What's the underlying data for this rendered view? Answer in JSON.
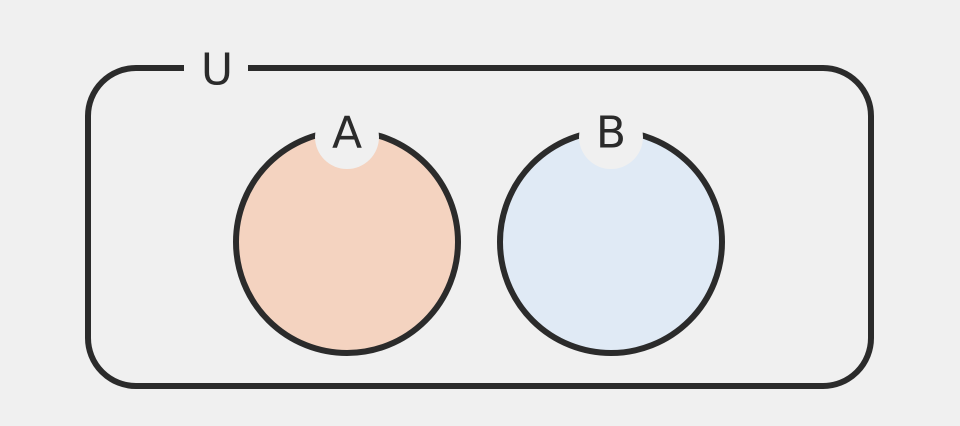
{
  "universe": {
    "label": "U"
  },
  "sets": [
    {
      "label": "A",
      "fill": "#f4d3c0"
    },
    {
      "label": "B",
      "fill": "#e0eaf5"
    }
  ],
  "colors": {
    "background": "#f0f0f0",
    "stroke": "#2b2b2b"
  }
}
